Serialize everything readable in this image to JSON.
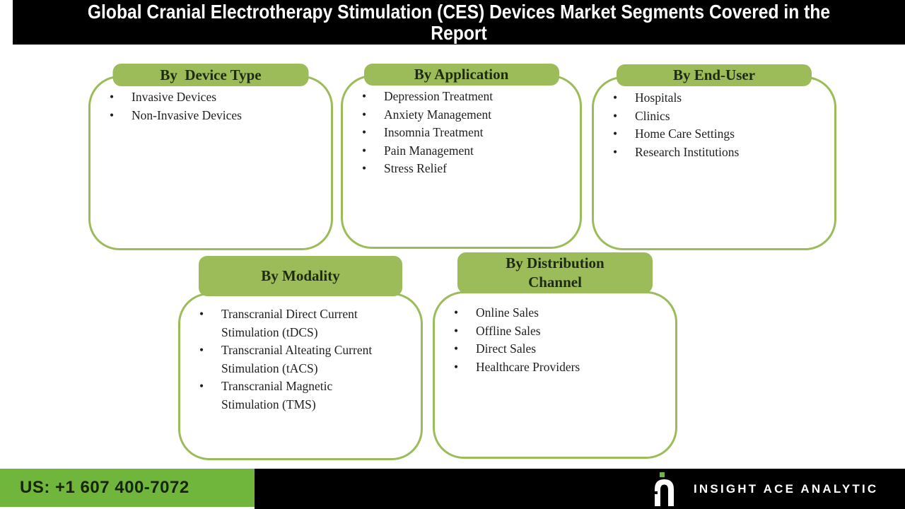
{
  "header": {
    "title_line1": "Global Cranial Electrotherapy Stimulation (CES) Devices Market Segments Covered in the",
    "title_line2": "Report"
  },
  "segments": [
    {
      "heading": "By  Device Type",
      "items": [
        "Invasive Devices",
        "Non-Invasive Devices"
      ]
    },
    {
      "heading": "By Application",
      "items": [
        "Depression Treatment",
        "Anxiety Management",
        "Insomnia Treatment",
        "Pain Management",
        "Stress Relief"
      ]
    },
    {
      "heading": "By End-User",
      "items": [
        "Hospitals",
        "Clinics",
        "Home Care Settings",
        "Research Institutions"
      ]
    },
    {
      "heading": "By Modality",
      "items": [
        "Transcranial Direct Current Stimulation (tDCS)",
        "Transcranial Alteating Current Stimulation (tACS)",
        "Transcranial Magnetic Stimulation (TMS)"
      ]
    },
    {
      "heading": "By Distribution Channel",
      "items": [
        "Online Sales",
        "Offline Sales",
        "Direct Sales",
        "Healthcare Providers"
      ]
    }
  ],
  "footer": {
    "phone": "US: +1 607 400-7072",
    "brand": "INSIGHT ACE ANALYTIC",
    "logo_icon": "insight-ace-a-icon"
  },
  "colors": {
    "accent_green": "#9CBB59",
    "bright_green": "#70B63C",
    "bar_black": "#000000",
    "text_dark": "#1f1f1f"
  }
}
